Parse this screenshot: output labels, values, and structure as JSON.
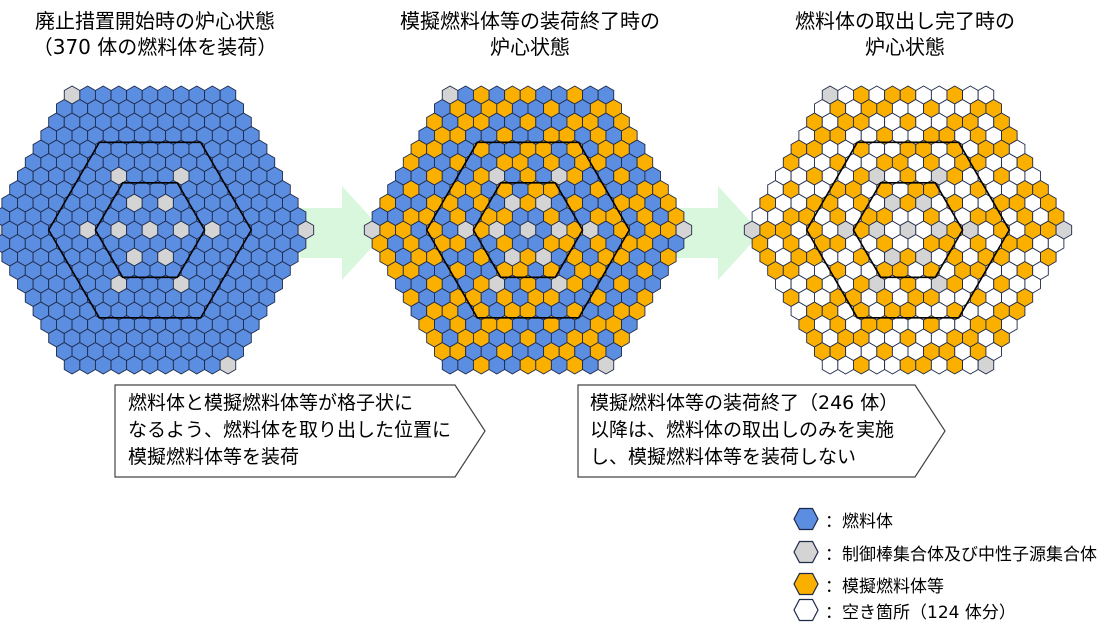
{
  "panels": [
    {
      "title_line1": "廃止措置開始時の炉心状態",
      "title_line2": "（370 体の燃料体を装荷）"
    },
    {
      "title_line1": "模擬燃料体等の装荷終了時の",
      "title_line2": "炉心状態"
    },
    {
      "title_line1": "燃料体の取出し完了時の",
      "title_line2": "炉心状態"
    }
  ],
  "callouts": [
    {
      "lines": [
        "燃料体と模擬燃料体等が格子状に",
        "なるよう、燃料体を取り出した位置に",
        "模擬燃料体等を装荷"
      ]
    },
    {
      "lines": [
        "模擬燃料体等の装荷終了（246 体）",
        "以降は、燃料体の取出しのみを実施",
        "し、模擬燃料体等を装荷しない"
      ]
    }
  ],
  "legend": [
    {
      "key": "fuel",
      "label": "：燃料体"
    },
    {
      "key": "control",
      "label": "：制御棒集合体及び中性子源集合体"
    },
    {
      "key": "dummy",
      "label": "：模擬燃料体等"
    },
    {
      "key": "empty",
      "label": "：空き箇所（124 体分）"
    }
  ],
  "colors": {
    "fuel": "#5b8de0",
    "control": "#d4d4d4",
    "dummy": "#fbb000",
    "empty": "#ffffff",
    "arrow": "#d9f7dc",
    "outline": "#1e2a4a"
  }
}
